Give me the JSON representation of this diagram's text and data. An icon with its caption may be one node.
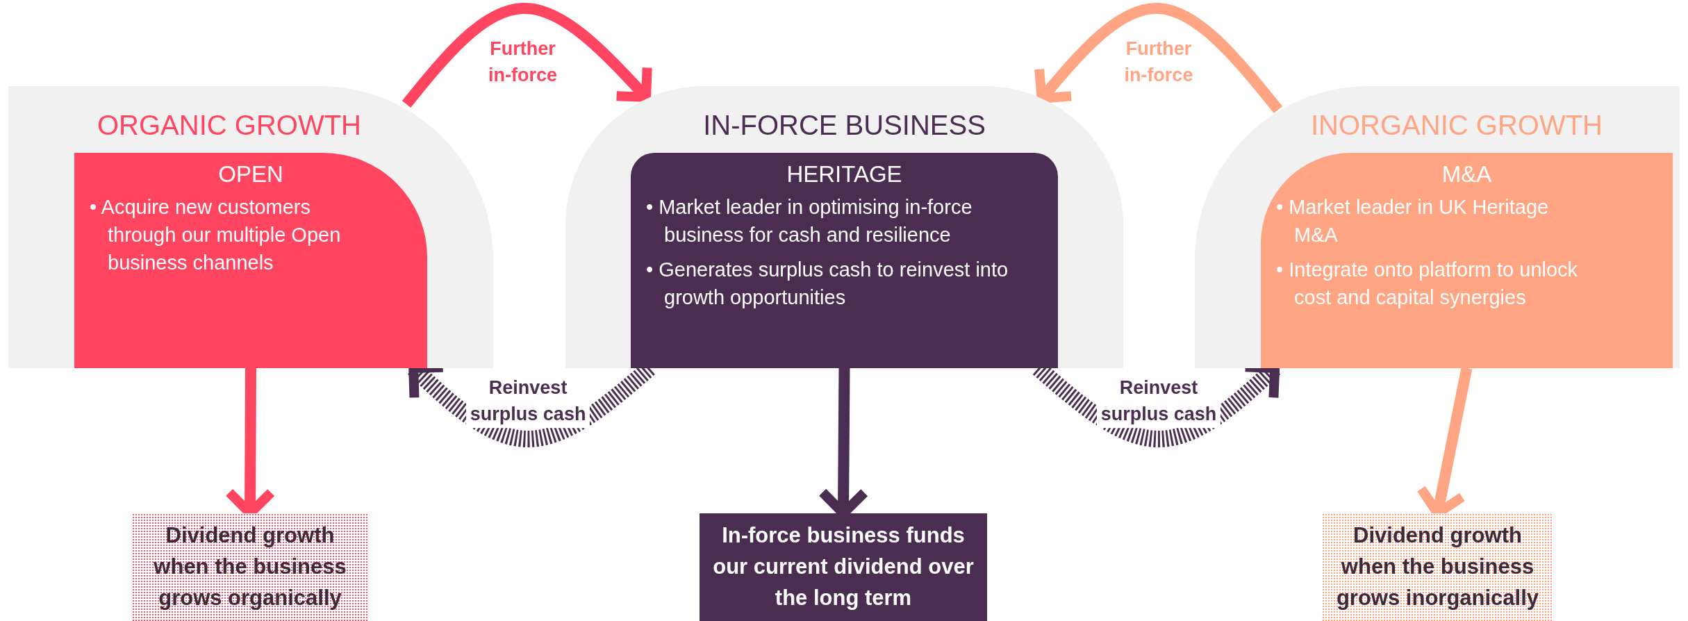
{
  "diagram": {
    "nodes": [
      {
        "text": [
          "ORGANIC GROWTH"
        ]
      },
      {
        "text": [
          "OPEN",
          "• Acquire new customers through our multiple Open business channels"
        ],
        "in": 0
      },
      {
        "text": [
          "IN-FORCE BUSINESS"
        ]
      },
      {
        "text": [
          "HERITAGE",
          "• Market leader in optimising in-force business for cash and resilience",
          "• Generates surplus cash to reinvest into growth opportunities"
        ],
        "in": 2
      },
      {
        "text": [
          "INORGANIC GROWTH"
        ]
      },
      {
        "text": [
          "M&A",
          "• Market leader in UK Heritage M&A",
          "• Integrate onto platform to unlock cost and capital synergies"
        ],
        "in": 4
      },
      {
        "text": [
          "Dividend growth when the business grows organically"
        ]
      },
      {
        "text": [
          "In-force business funds our current dividend over the long term"
        ]
      },
      {
        "text": [
          "Dividend growth when the business grows inorganically"
        ]
      }
    ],
    "edges": [
      {
        "from": 0,
        "to": 2,
        "arrow": "to",
        "label": "Further in-force",
        "color": "#ff4560"
      },
      {
        "from": 4,
        "to": 2,
        "arrow": "to",
        "label": "Further in-force",
        "color": "#ffa583"
      },
      {
        "from": 3,
        "to": 1,
        "arrow": "to",
        "label": "Reinvest surplus cash",
        "style": "dashed",
        "color": "#4a2d50"
      },
      {
        "from": 3,
        "to": 5,
        "arrow": "to",
        "label": "Reinvest surplus cash",
        "style": "dashed",
        "color": "#4a2d50"
      },
      {
        "from": 1,
        "to": 6,
        "arrow": "to",
        "color": "#ff4560"
      },
      {
        "from": 3,
        "to": 7,
        "arrow": "to",
        "color": "#4a2d50"
      },
      {
        "from": 5,
        "to": 8,
        "arrow": "to",
        "color": "#ffa583"
      }
    ]
  }
}
